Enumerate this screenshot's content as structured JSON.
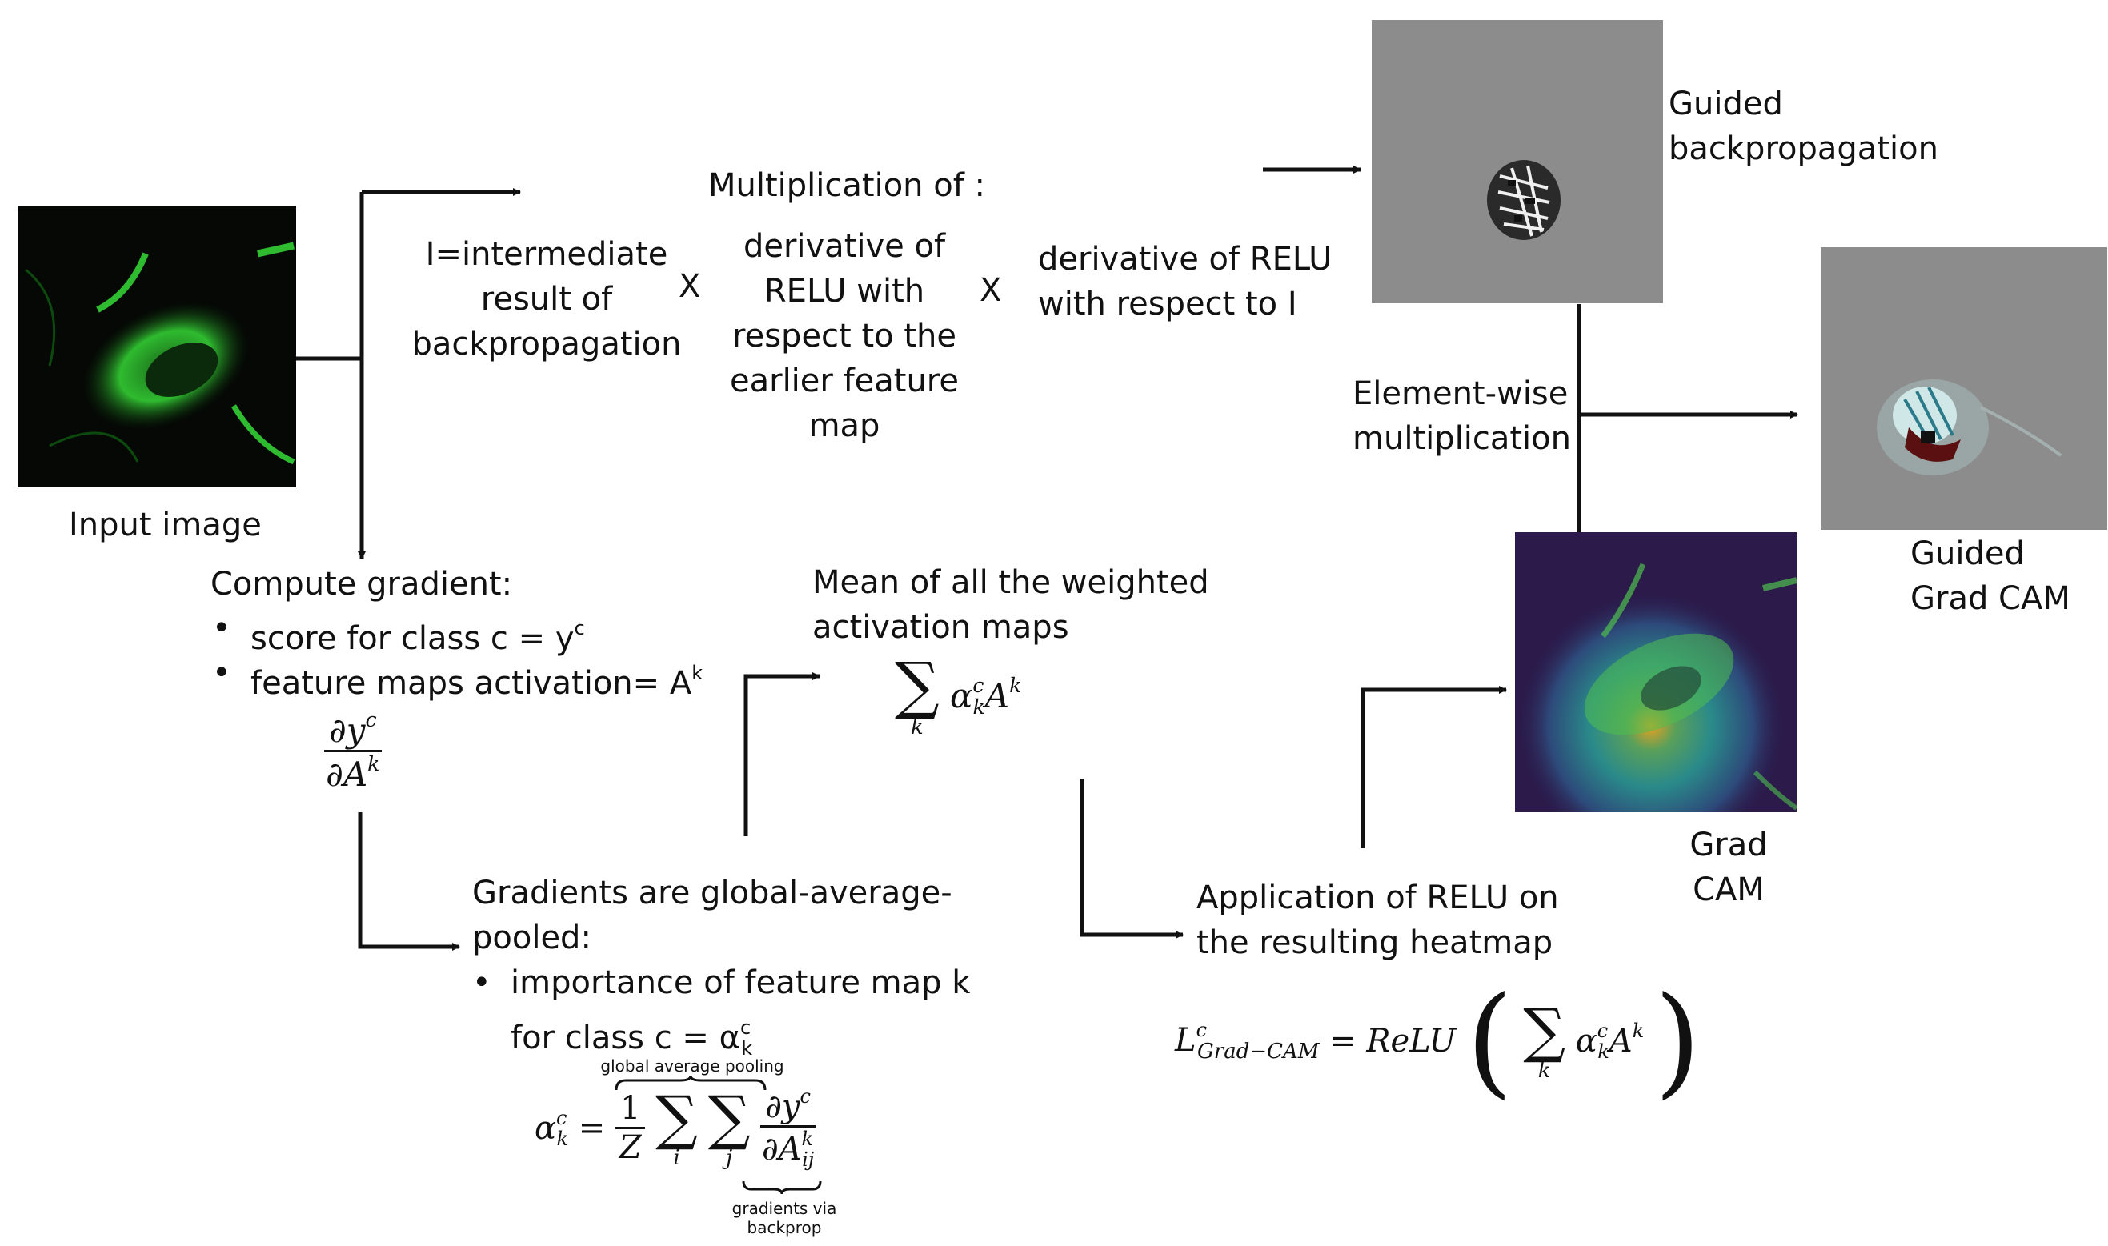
{
  "labels": {
    "input_image": "Input image",
    "multiplication_of": "Multiplication of :",
    "intermediate_1": "I=intermediate",
    "intermediate_2": "result of",
    "intermediate_3": "backpropagation",
    "times_1": "X",
    "deriv_feature_1": "derivative of",
    "deriv_feature_2": "RELU with",
    "deriv_feature_3": "respect to the",
    "deriv_feature_4": "earlier feature",
    "deriv_feature_5": "map",
    "times_2": "X",
    "deriv_relu_1": "derivative of RELU",
    "deriv_relu_2": "with respect to I",
    "guided_bp_1": "Guided",
    "guided_bp_2": "backpropagation",
    "elementwise_1": "Element-wise",
    "elementwise_2": "multiplication",
    "guided_gradcam_1": "Guided",
    "guided_gradcam_2": "Grad CAM",
    "gradcam_1": "Grad",
    "gradcam_2": "CAM",
    "compute_gradient": "Compute gradient:",
    "score_for_class": "score for class c = y",
    "score_sup": "c",
    "feature_maps": "feature maps activation= A",
    "feature_sup": "k",
    "mean_weighted_1": "Mean of all the weighted",
    "mean_weighted_2": "activation maps",
    "gap_1": "Gradients are global-average-",
    "gap_2": "pooled:",
    "importance_1": "importance of feature map k",
    "importance_2": "for class c = α",
    "importance_sup": "c",
    "importance_sub": "k",
    "global_avg_pooling": "global average pooling",
    "grad_via_1": "gradients via",
    "grad_via_2": "backprop",
    "relu_heatmap_1": "Application of RELU on",
    "relu_heatmap_2": "the resulting heatmap"
  },
  "formulas": {
    "partial_y": "∂y",
    "partial_y_sup": "c",
    "partial_a": "∂A",
    "partial_a_sup": "k",
    "sum_symbol": "∑",
    "sum_index_k": "k",
    "alpha": "α",
    "alpha_sup": "c",
    "alpha_sub": "k",
    "a_k": "A",
    "a_k_sup": "k",
    "one": "1",
    "z": "Z",
    "eq": "=",
    "index_i": "i",
    "index_j": "j",
    "a_ij_sub": "ij",
    "l_gradcam": "L",
    "l_sup": "c",
    "l_sub": "Grad−CAM",
    "relu": "ReLU"
  },
  "colors": {
    "line": "#111111",
    "cell_green": "#33cc33",
    "guided_gray": "#8c8c8c",
    "gradcam_bg": "#2b1a4a"
  }
}
